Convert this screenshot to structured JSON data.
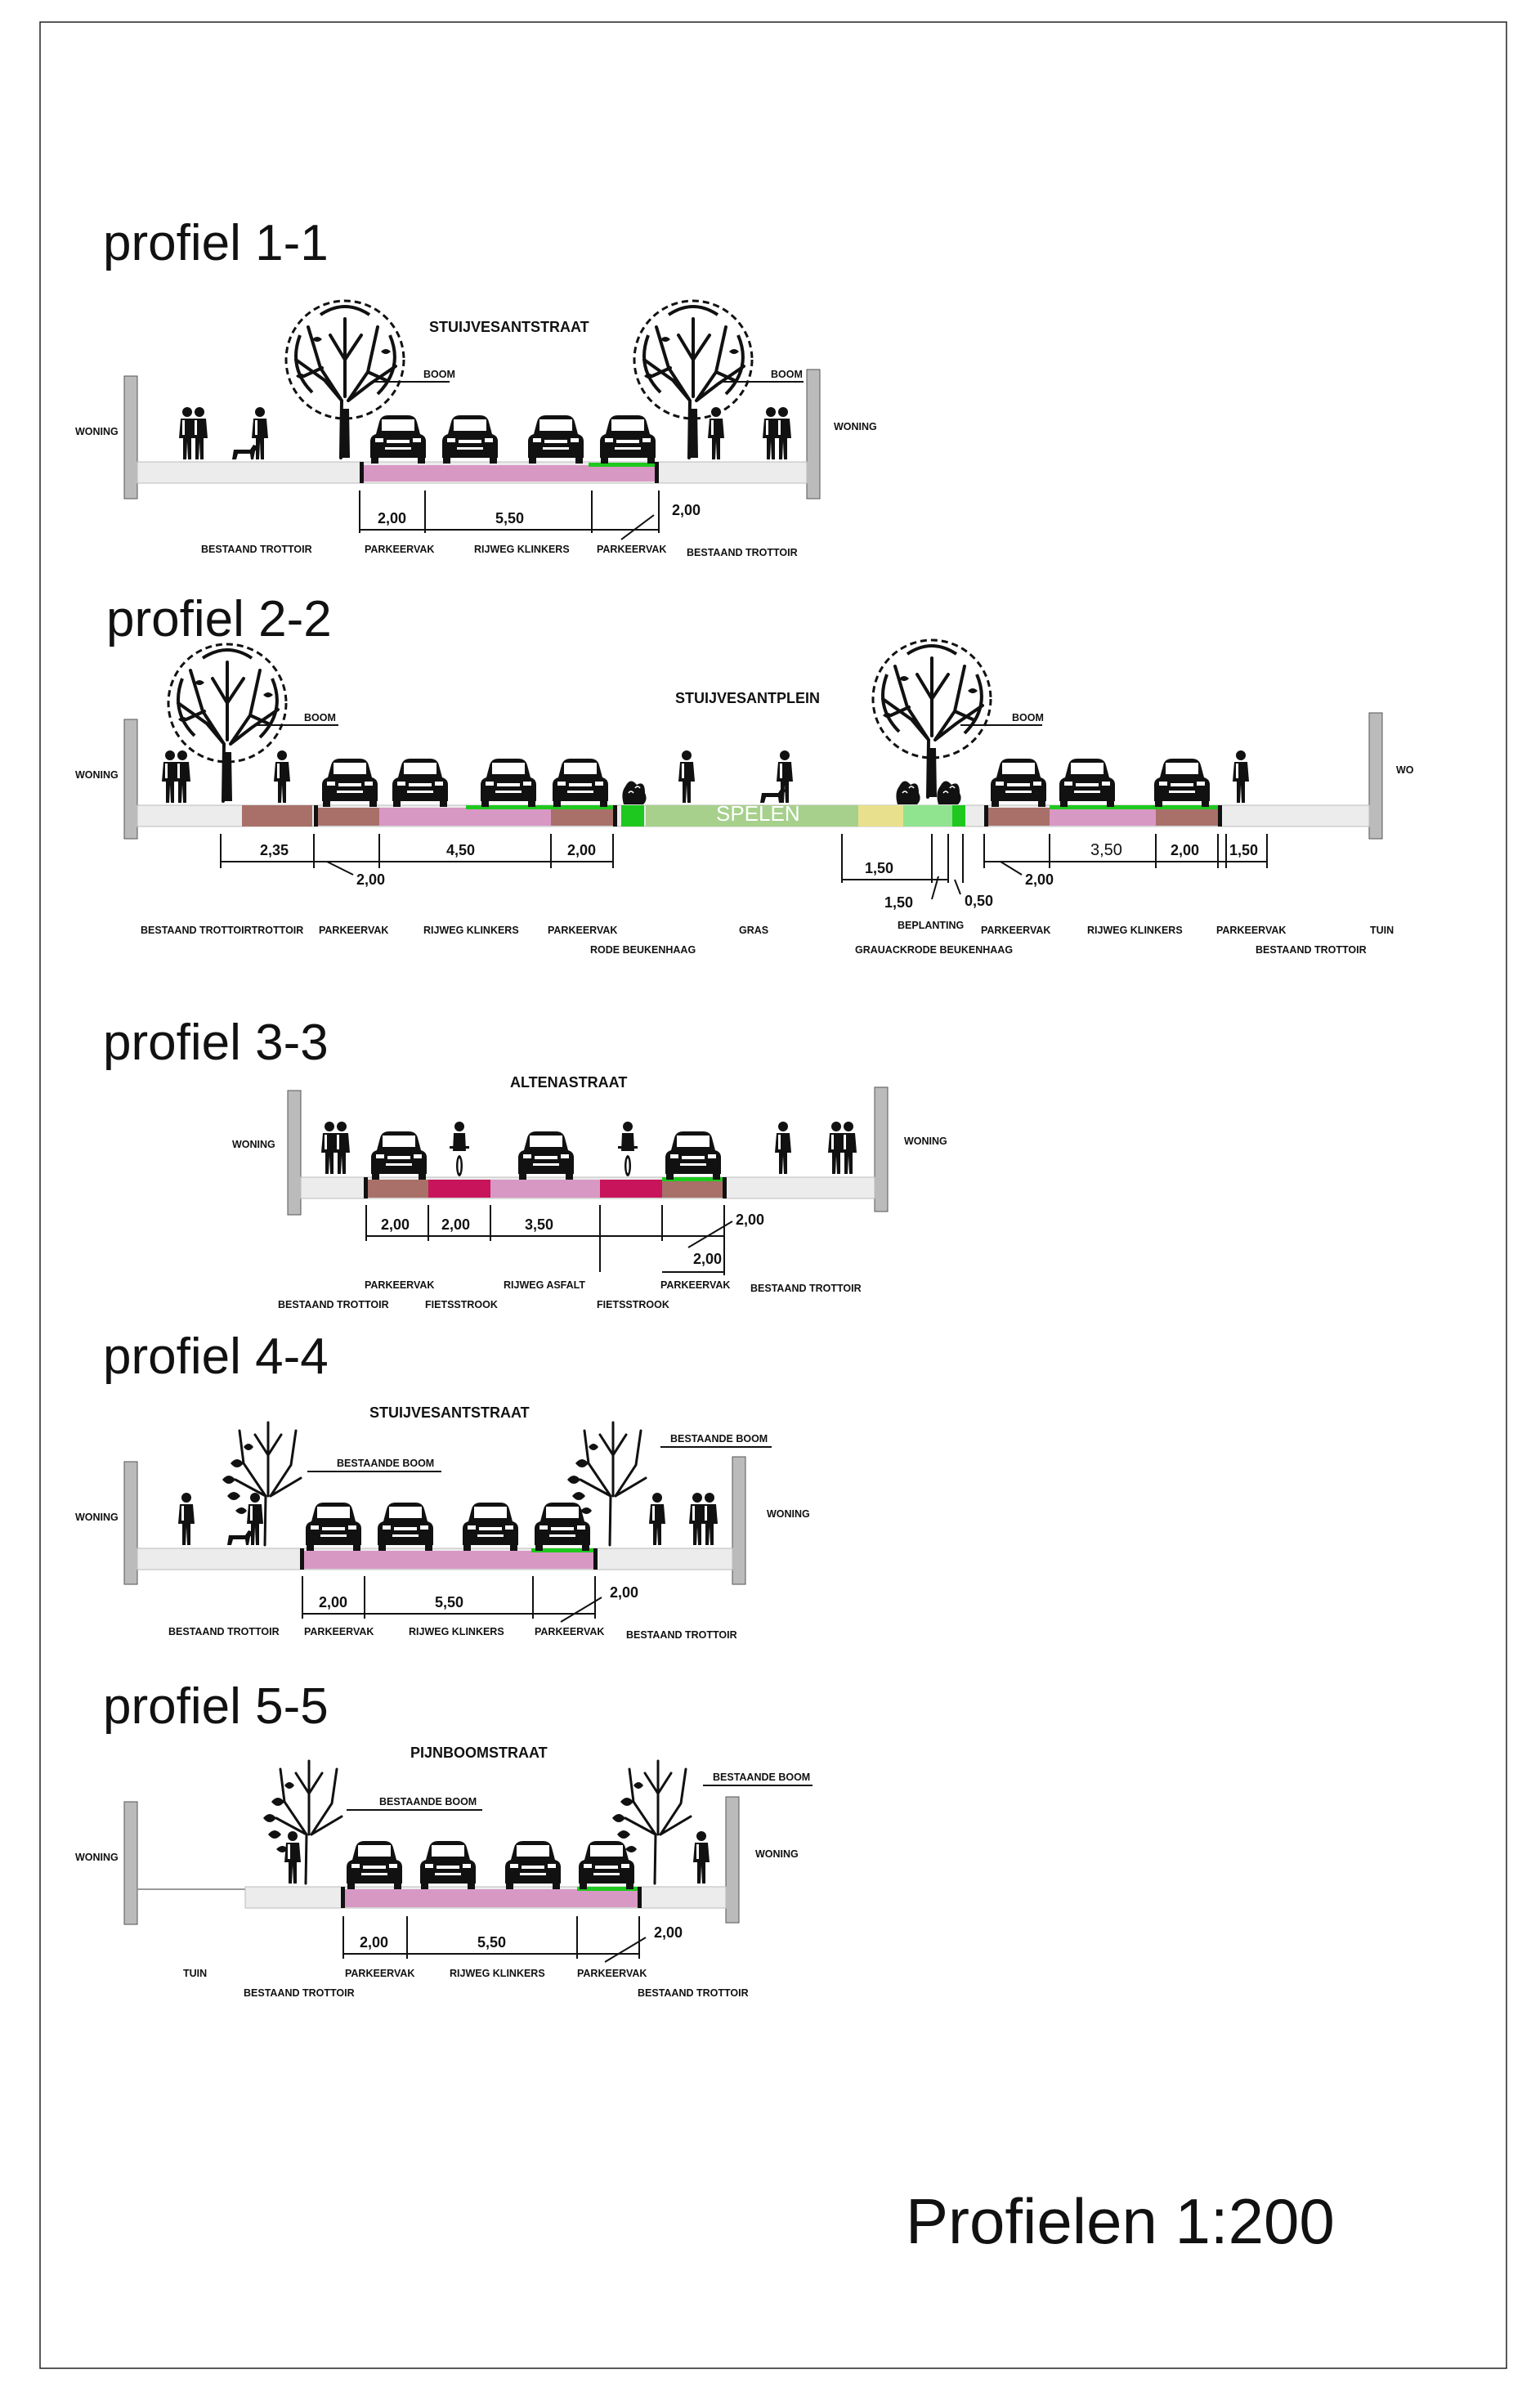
{
  "sheet_title": "Profielen 1:200",
  "colors": {
    "parking_brown": "#a87068",
    "carriageway_pink": "#d898c4",
    "bikelane_magenta": "#c8145a",
    "green": "#1ec81e",
    "grass_green": "#a6d08c",
    "light_green": "#90e490",
    "plant_yellow": "#e8e08c",
    "pavement_grey": "#ececec"
  },
  "profiles": [
    {
      "title": "profiel 1-1",
      "street": "STUIJVESANTSTRAAT",
      "side_left": "WONING",
      "side_right": "WONING",
      "tree_left": "BOOM",
      "tree_right": "BOOM",
      "dims": [
        "2,00",
        "5,50",
        "2,00"
      ],
      "zones": [
        "BESTAAND TROTTOIR",
        "PARKEERVAK",
        "RIJWEG KLINKERS",
        "PARKEERVAK",
        "BESTAAND TROTTOIR"
      ]
    },
    {
      "title": "profiel 2-2",
      "street": "STUIJVESANTPLEIN",
      "side_left": "WONING",
      "side_right": "WO",
      "tree_left": "BOOM",
      "tree_right": "BOOM",
      "play": "SPELEN",
      "dims": [
        "2,35",
        "2,00",
        "4,50",
        "2,00",
        "1,50",
        "1,50",
        "0,50",
        "2,00",
        "3,50",
        "2,00",
        "1,50"
      ],
      "zones": [
        "BESTAAND TROTTOIRTROTTOIR",
        "PARKEERVAK",
        "RIJWEG KLINKERS",
        "PARKEERVAK",
        "RODE BEUKENHAAG",
        "GRAS",
        "BEPLANTING",
        "GRAUACKRODE BEUKENHAAG",
        "PARKEERVAK",
        "RIJWEG KLINKERS",
        "PARKEERVAK",
        "TUIN",
        "BESTAAND TROTTOIR"
      ]
    },
    {
      "title": "profiel 3-3",
      "street": "ALTENASTRAAT",
      "side_left": "WONING",
      "side_right": "WONING",
      "dims": [
        "2,00",
        "2,00",
        "3,50",
        "2,00",
        "2,00"
      ],
      "zones": [
        "PARKEERVAK",
        "BESTAAND TROTTOIR",
        "FIETSSTROOK",
        "RIJWEG ASFALT",
        "FIETSSTROOK",
        "PARKEERVAK",
        "BESTAAND TROTTOIR"
      ]
    },
    {
      "title": "profiel 4-4",
      "street": "STUIJVESANTSTRAAT",
      "side_left": "WONING",
      "side_right": "WONING",
      "tree_left": "BESTAANDE BOOM",
      "tree_right": "BESTAANDE BOOM",
      "dims": [
        "2,00",
        "5,50",
        "2,00"
      ],
      "zones": [
        "BESTAAND TROTTOIR",
        "PARKEERVAK",
        "RIJWEG KLINKERS",
        "PARKEERVAK",
        "BESTAAND TROTTOIR"
      ]
    },
    {
      "title": "profiel 5-5",
      "street": "PIJNBOOMSTRAAT",
      "side_left": "WONING",
      "side_right": "WONING",
      "tree_left": "BESTAANDE BOOM",
      "tree_right": "BESTAANDE BOOM",
      "dims": [
        "2,00",
        "5,50",
        "2,00"
      ],
      "zones": [
        "TUIN",
        "BESTAAND TROTTOIR",
        "PARKEERVAK",
        "RIJWEG KLINKERS",
        "PARKEERVAK",
        "BESTAAND TROTTOIR"
      ]
    }
  ]
}
